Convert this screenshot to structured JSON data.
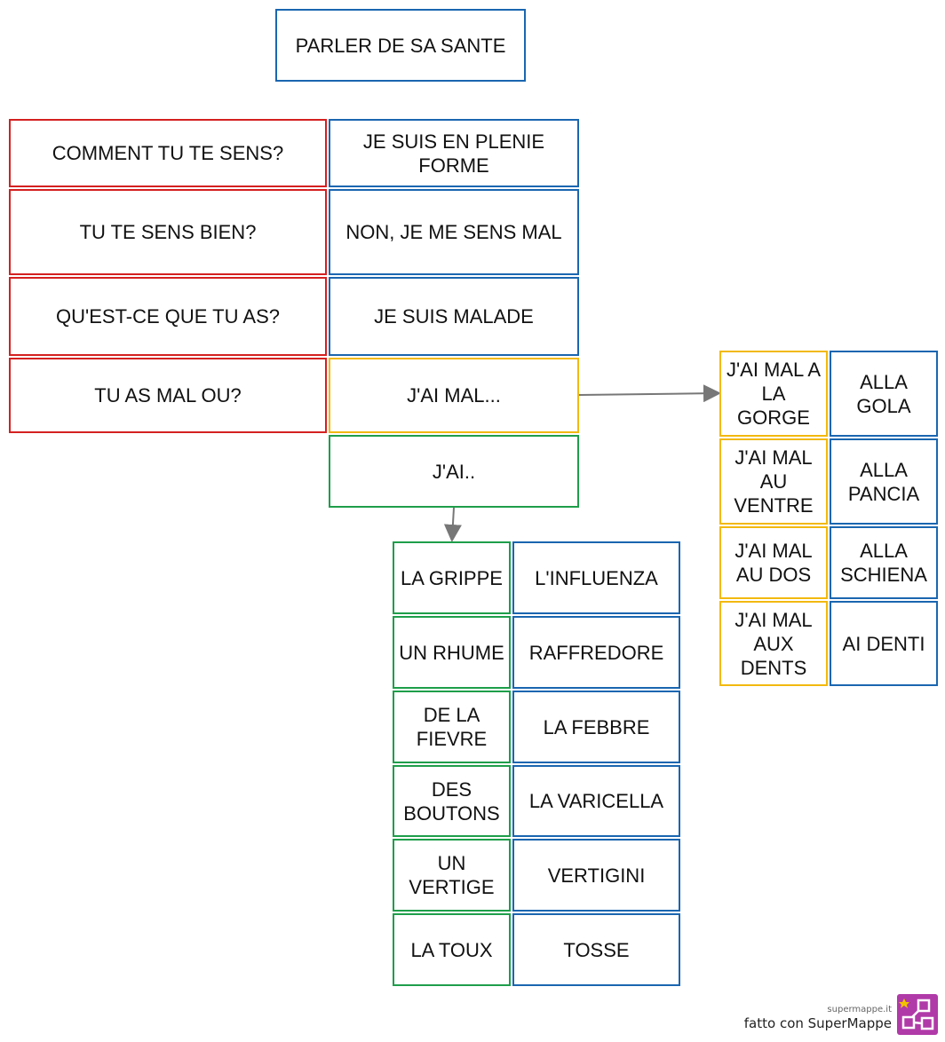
{
  "title": "PARLER DE SA SANTE",
  "questions": [
    "COMMENT TU TE SENS?",
    "TU TE SENS BIEN?",
    "QU'EST-CE QUE TU AS?",
    "TU AS MAL OU?"
  ],
  "answers": [
    "JE SUIS EN PLENIE FORME",
    "NON, JE ME SENS MAL",
    "JE SUIS MALADE",
    "J'AI MAL...",
    "J'AI.."
  ],
  "mal_list": [
    {
      "fr": "J'AI MAL A LA GORGE",
      "it": "ALLA GOLA"
    },
    {
      "fr": "J'AI MAL AU VENTRE",
      "it": "ALLA PANCIA"
    },
    {
      "fr": "J'AI MAL AU DOS",
      "it": "ALLA SCHIENA"
    },
    {
      "fr": "J'AI MAL AUX DENTS",
      "it": "AI DENTI"
    }
  ],
  "ai_list": [
    {
      "fr": "LA GRIPPE",
      "it": "L'INFLUENZA"
    },
    {
      "fr": "UN RHUME",
      "it": "RAFFREDORE"
    },
    {
      "fr": "DE LA FIEVRE",
      "it": "LA FEBBRE"
    },
    {
      "fr": "DES BOUTONS",
      "it": "LA VARICELLA"
    },
    {
      "fr": "UN VERTIGE",
      "it": "VERTIGINI"
    },
    {
      "fr": "LA TOUX",
      "it": "TOSSE"
    }
  ],
  "branding": {
    "site": "supermappe.it",
    "made_with": "fatto con SuperMappe"
  },
  "colors": {
    "question": "#d42020",
    "answer": "#1a66b0",
    "mal": "#f2b90f",
    "ai": "#1e9e4a",
    "logo": "#b03aa8"
  }
}
